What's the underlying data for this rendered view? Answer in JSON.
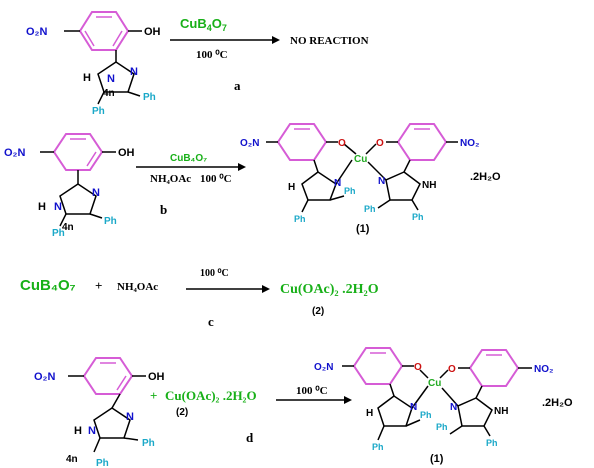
{
  "colors": {
    "ring": "#d65cd6",
    "bond": "#000000",
    "nitrogen": "#1010cc",
    "oxygen": "#cc1010",
    "phenyl": "#1aa8c8",
    "copper": "#22aa22",
    "reagent_green": "#18b018"
  },
  "scheme_a": {
    "no2": "O₂N",
    "oh": "OH",
    "nh": "H",
    "n": "N",
    "n2": "N",
    "ph1": "Ph",
    "ph2": "Ph",
    "compound": "4n",
    "reagent_cu": "Cu",
    "reagent_b": "B",
    "reagent_4": "4",
    "reagent_o": "O",
    "reagent_7": "7",
    "temp": "100 ⁰C",
    "result": "NO REACTION",
    "label": "a"
  },
  "scheme_b": {
    "no2": "O₂N",
    "oh": "OH",
    "nh": "H",
    "n": "N",
    "n2": "N",
    "ph1": "Ph",
    "ph2": "Ph",
    "compound": "4n",
    "reagent1": "CuB₄O₇",
    "reagent2": "NH₄OAc",
    "temp": "100 ⁰C",
    "label": "b",
    "product_no2_left": "O₂N",
    "product_no2_right": "NO₂",
    "product_o_left": "O",
    "product_o_right": "O",
    "product_cu": "Cu",
    "product_nh_left": "H",
    "product_n_left": "N",
    "product_n_right": "N",
    "product_nh_right": "NH",
    "product_ph1": "Ph",
    "product_ph2": "Ph",
    "product_ph3": "Ph",
    "product_ph4": "Ph",
    "hydrate": ".2H₂O",
    "product_label": "(1)"
  },
  "scheme_c": {
    "reactant1": "CuB₄O₇",
    "plus": "+",
    "reactant2": "NH₄OAc",
    "temp": "100 ⁰C",
    "product": "Cu(OAc)₂ .2H₂O",
    "product_label": "(2)",
    "label": "c"
  },
  "scheme_d": {
    "no2": "O₂N",
    "oh": "OH",
    "nh": "H",
    "n": "N",
    "n2": "N",
    "ph1": "Ph",
    "ph2": "Ph",
    "compound": "4n",
    "plus": "+",
    "reagent": "Cu(OAc)₂ .2H₂O",
    "reagent_label": "(2)",
    "temp": "100 ⁰C",
    "label": "d",
    "product_no2_left": "O₂N",
    "product_no2_right": "NO₂",
    "product_o_left": "O",
    "product_o_right": "O",
    "product_cu": "Cu",
    "product_nh_left": "H",
    "product_n_left": "N",
    "product_n_right": "N",
    "product_nh_right": "NH",
    "product_ph1": "Ph",
    "product_ph2": "Ph",
    "product_ph3": "Ph",
    "product_ph4": "Ph",
    "hydrate": ".2H₂O",
    "product_label": "(1)"
  }
}
